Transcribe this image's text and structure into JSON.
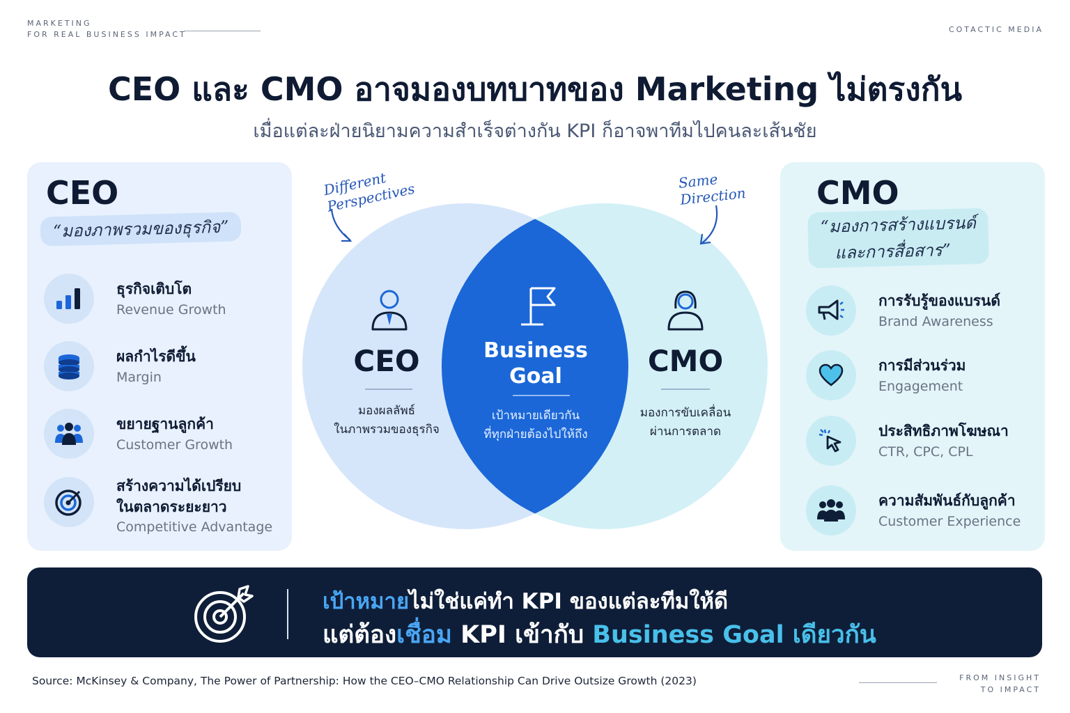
{
  "header": {
    "top_left_line1": "MARKETING",
    "top_left_line2": "FOR REAL BUSINESS IMPACT",
    "top_right": "COTACTIC MEDIA",
    "title": "CEO และ CMO อาจมองบทบาทของ Marketing ไม่ตรงกัน",
    "subtitle": "เมื่อแต่ละฝ่ายนิยามความสำเร็จต่างกัน KPI ก็อาจพาทีมไปคนละเส้นชัย"
  },
  "ceo_panel": {
    "title": "CEO",
    "quote": "“มองภาพรวมของธุรกิจ”",
    "items": [
      {
        "th": "ธุรกิจเติบโต",
        "en": "Revenue Growth",
        "icon": "bar-chart-icon"
      },
      {
        "th": "ผลกำไรดีขึ้น",
        "en": "Margin",
        "icon": "coin-stack-icon"
      },
      {
        "th": "ขยายฐานลูกค้า",
        "en": "Customer Growth",
        "icon": "group-icon"
      },
      {
        "th": "สร้างความได้เปรียบ",
        "th2": "ในตลาดระยะยาว",
        "en": "Competitive Advantage",
        "icon": "target-icon"
      }
    ]
  },
  "cmo_panel": {
    "title": "CMO",
    "quote_line1": "“มองการสร้างแบรนด์",
    "quote_line2": "และการสื่อสาร”",
    "items": [
      {
        "th": "การรับรู้ของแบรนด์",
        "en": "Brand Awareness",
        "icon": "megaphone-icon"
      },
      {
        "th": "การมีส่วนร่วม",
        "en": "Engagement",
        "icon": "heart-icon"
      },
      {
        "th": "ประสิทธิภาพโฆษณา",
        "en": "CTR, CPC, CPL",
        "icon": "cursor-click-icon"
      },
      {
        "th": "ความสัมพันธ์กับลูกค้า",
        "en": "Customer Experience",
        "icon": "group-icon"
      }
    ]
  },
  "venn": {
    "left_title": "CEO",
    "left_desc1": "มองผลลัพธ์",
    "left_desc2": "ในภาพรวมของธุรกิจ",
    "center_title1": "Business",
    "center_title2": "Goal",
    "center_desc1": "เป้าหมายเดียวกัน",
    "center_desc2": "ที่ทุกฝ่ายต้องไปให้ถึง",
    "right_title": "CMO",
    "right_desc1": "มองการขับเคลื่อน",
    "right_desc2": "ผ่านการตลาด",
    "note_left1": "Different",
    "note_left2": "Perspectives",
    "note_right1": "Same",
    "note_right2": "Direction"
  },
  "banner": {
    "l1_hl": "เป้าหมาย",
    "l1_rest": "ไม่ใช่แค่ทำ KPI ของแต่ละทีมให้ดี",
    "l2_a": "แต่ต้อง",
    "l2_hl": "เชื่อม",
    "l2_b": " KPI เข้ากับ ",
    "l2_goal": "Business Goal เดียวกัน"
  },
  "footer": {
    "source": "Source: McKinsey & Company, The Power of Partnership: How the CEO–CMO Relationship Can Drive Outsize Growth (2023)",
    "right_line1": "FROM INSIGHT",
    "right_line2": "TO IMPACT"
  },
  "colors": {
    "navy": "#0f1e38",
    "blue": "#1b67d8",
    "ceo_circle": "#d6e6fa",
    "cmo_circle": "#d3f0f7",
    "accent_cyan": "#48c0ea"
  }
}
